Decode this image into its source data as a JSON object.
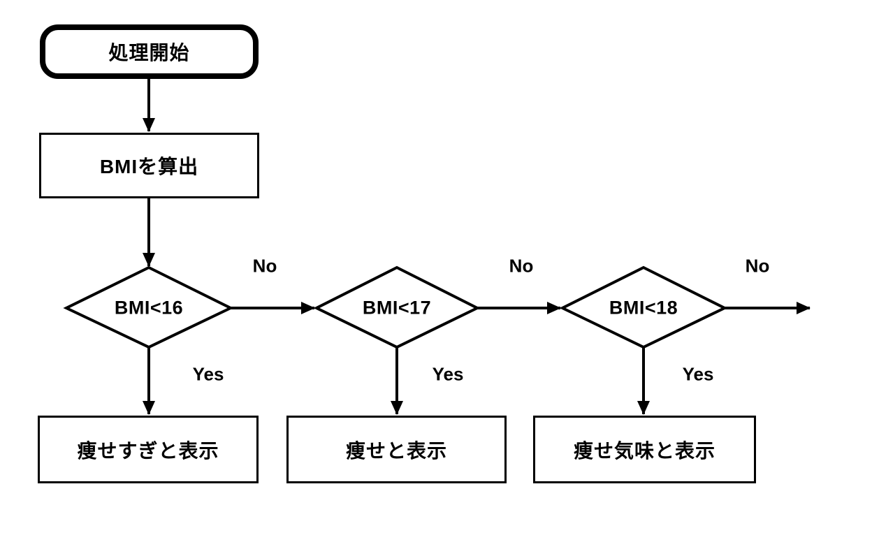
{
  "flowchart": {
    "start": {
      "label": "処理開始"
    },
    "process": {
      "label": "BMIを算出"
    },
    "decisions": [
      {
        "label": "BMI<16",
        "no_label": "No",
        "yes_label": "Yes",
        "result": "痩せすぎと表示"
      },
      {
        "label": "BMI<17",
        "no_label": "No",
        "yes_label": "Yes",
        "result": "痩せと表示"
      },
      {
        "label": "BMI<18",
        "no_label": "No",
        "yes_label": "Yes",
        "result": "痩せ気味と表示"
      }
    ],
    "colors": {
      "line": "#000000",
      "shape_fill": "#ffffff",
      "background": "#ffffff",
      "text": "#000000"
    }
  }
}
